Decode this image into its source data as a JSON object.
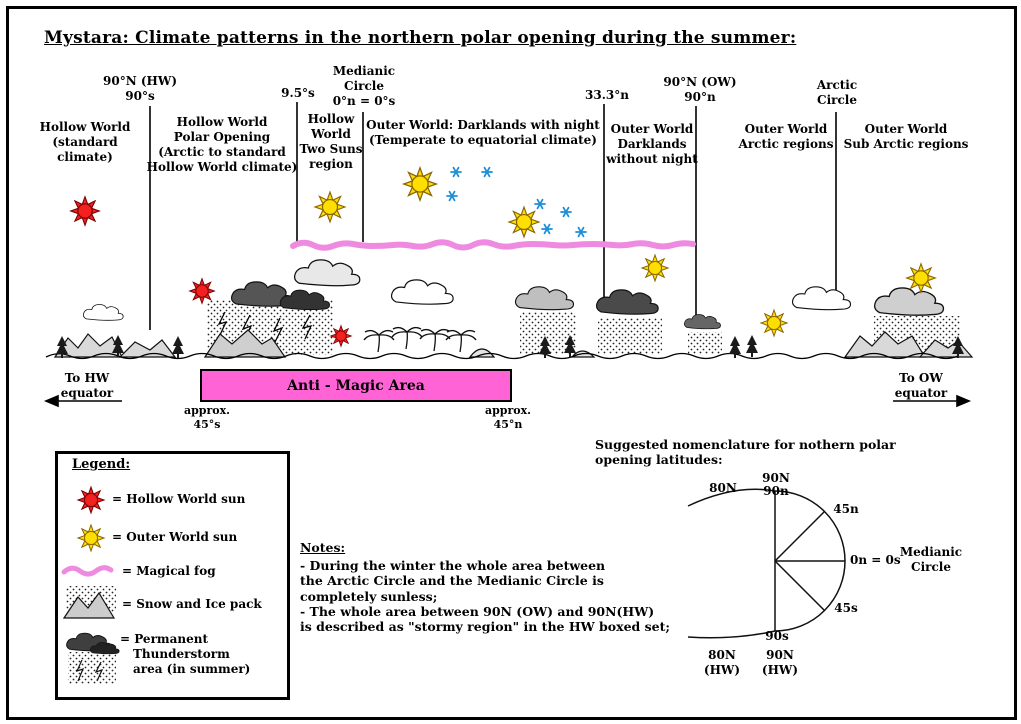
{
  "title": "Mystara: Climate patterns in the northern polar opening during the summer:",
  "latitudes": {
    "hw90": [
      "90°N (HW)",
      "90°s"
    ],
    "s95": [
      "9.5°s"
    ],
    "medianic": [
      "Medianic",
      "Circle",
      "0°n = 0°s"
    ],
    "n333": [
      "33.3°n"
    ],
    "ow90": [
      "90°N (OW)",
      "90°n"
    ],
    "arctic": [
      "Arctic",
      "Circle"
    ]
  },
  "regions": {
    "hollow_world": [
      "Hollow World",
      "(standard",
      "climate)"
    ],
    "polar_opening": [
      "Hollow World",
      "Polar Opening",
      "(Arctic to standard",
      "Hollow World climate)"
    ],
    "two_suns": [
      "Hollow",
      "World",
      "Two Suns",
      "region"
    ],
    "darklands_night": [
      "Outer World: Darklands with night",
      "(Temperate to equatorial climate)"
    ],
    "darklands_no_night": [
      "Outer World",
      "Darklands",
      "without night"
    ],
    "arctic_regions": [
      "Outer World",
      "Arctic regions"
    ],
    "sub_arctic": [
      "Outer World",
      "Sub Arctic regions"
    ]
  },
  "anti_magic": {
    "label": "Anti - Magic Area",
    "left": [
      "approx.",
      "45°s"
    ],
    "right": [
      "approx.",
      "45°n"
    ]
  },
  "equator": {
    "left": [
      "To HW",
      "equator"
    ],
    "right": [
      "To OW",
      "equator"
    ]
  },
  "legend": {
    "title": "Legend:",
    "items": {
      "hw_sun": "= Hollow World sun",
      "ow_sun": "= Outer World sun",
      "fog": "= Magical fog",
      "snow": "= Snow and Ice pack",
      "thunder": [
        "= Permanent",
        "Thunderstorm",
        "area (in summer)"
      ]
    }
  },
  "notes": {
    "title": "Notes:",
    "lines": [
      "- During the winter the whole area between",
      "the Arctic Circle and the Medianic Circle is",
      "completely sunless;",
      "- The whole area between 90N (OW) and 90N(HW)",
      "is described as \"stormy region\" in the HW boxed set;"
    ]
  },
  "nomenclature": {
    "title": [
      "Suggested nomenclature for nothern polar",
      "opening latitudes:"
    ],
    "n80": "80N",
    "n90": [
      "90N",
      "90n"
    ],
    "n45": "45n",
    "zero": "0n = 0s",
    "medianic": [
      "Medianic",
      "Circle"
    ],
    "s45": "45s",
    "s90": "90s",
    "hw90": [
      "90N",
      "(HW)"
    ],
    "hw80": [
      "80N",
      "(HW)"
    ]
  },
  "colors": {
    "hollow_sun": "#f32020",
    "outer_sun": "#ffdf00",
    "fog": "#ee8ae0",
    "anti_magic": "#ff63d6",
    "star": "#1d8fd6"
  }
}
